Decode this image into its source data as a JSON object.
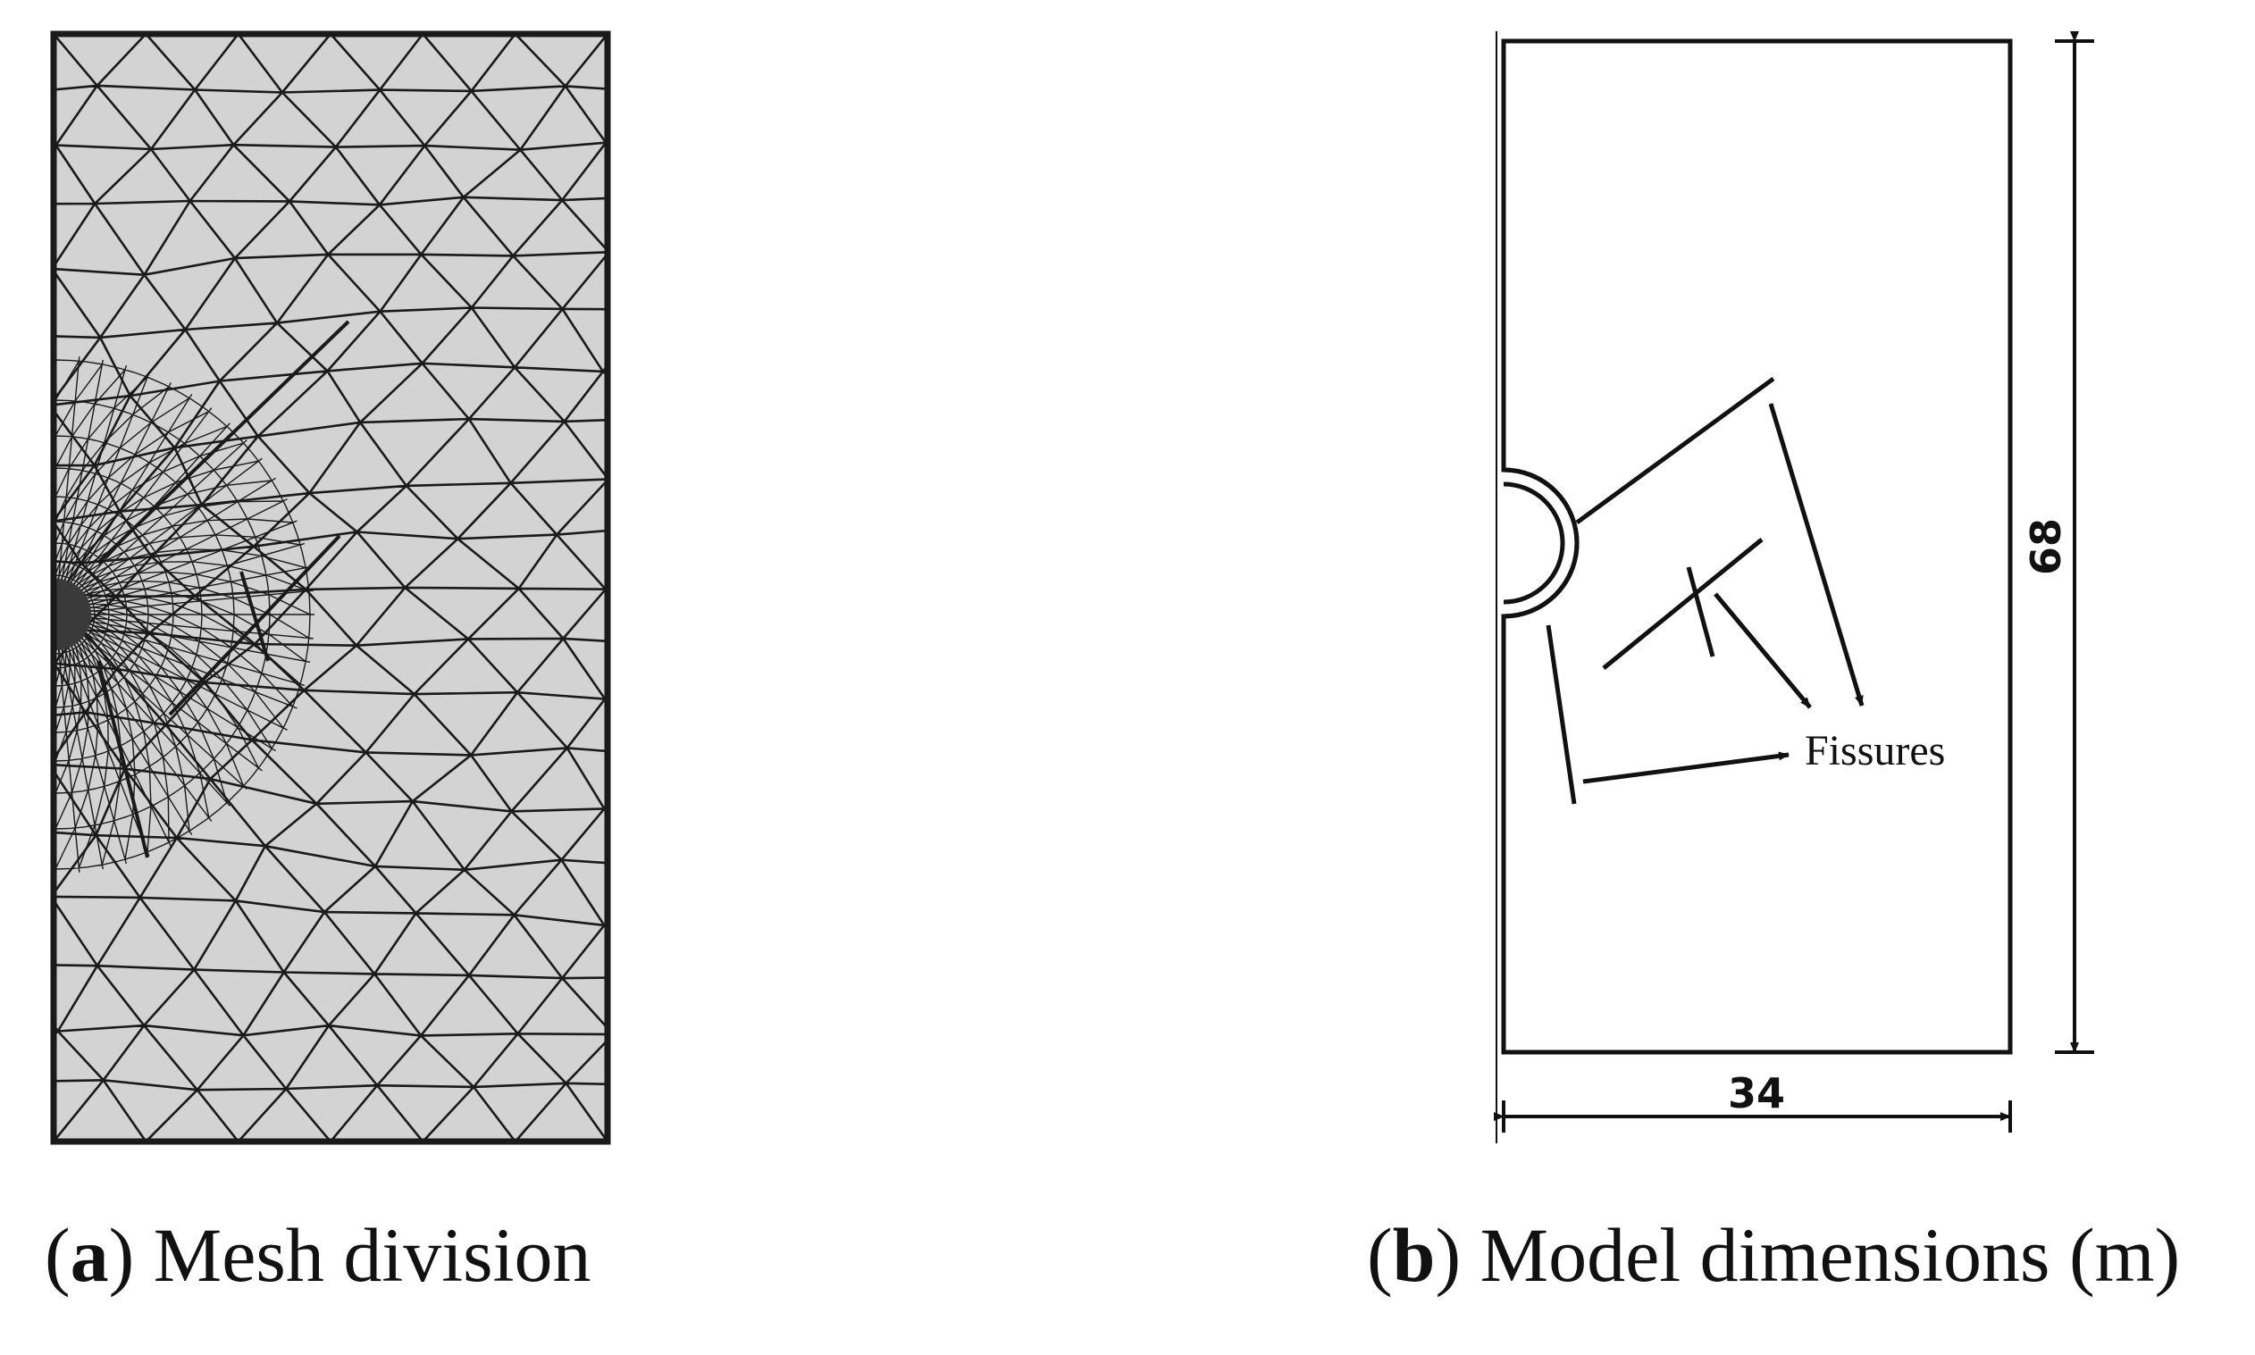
{
  "panel_a": {
    "caption_letter": "a",
    "caption_text": "Mesh division"
  },
  "panel_b": {
    "caption_letter": "b",
    "caption_text": "Model dimensions (m)",
    "width_label": "34",
    "height_label": "68",
    "fissure_label": "Fissures"
  },
  "colors": {
    "mesh_fill": "#d3d3d3",
    "mesh_line": "#1a1a1a",
    "line": "#111111"
  }
}
